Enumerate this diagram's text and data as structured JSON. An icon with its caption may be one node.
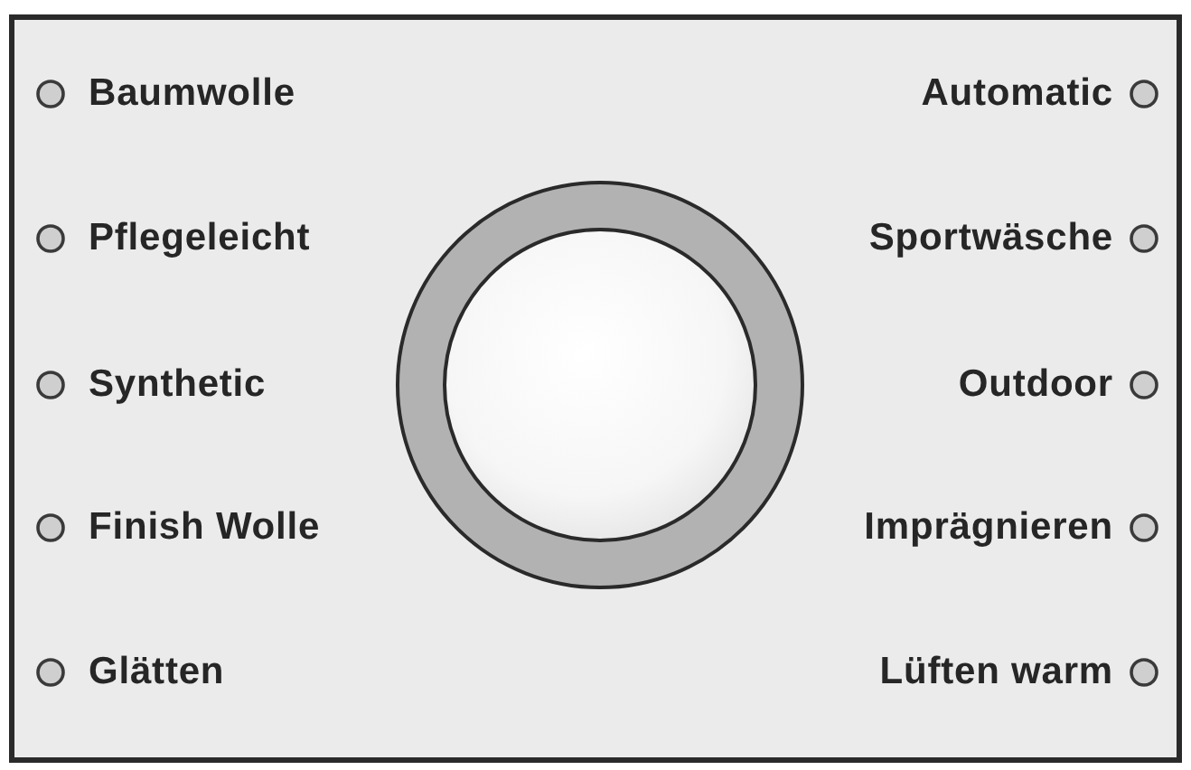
{
  "diagram": {
    "labels": [
      "Baumwolle",
      "Automatic",
      "Pflegeleicht",
      "Sportwäsche",
      "Synthetic",
      "Outdoor",
      "Finish Wolle",
      "Imprägnieren",
      "Glätten",
      "Lüften warm"
    ]
  }
}
